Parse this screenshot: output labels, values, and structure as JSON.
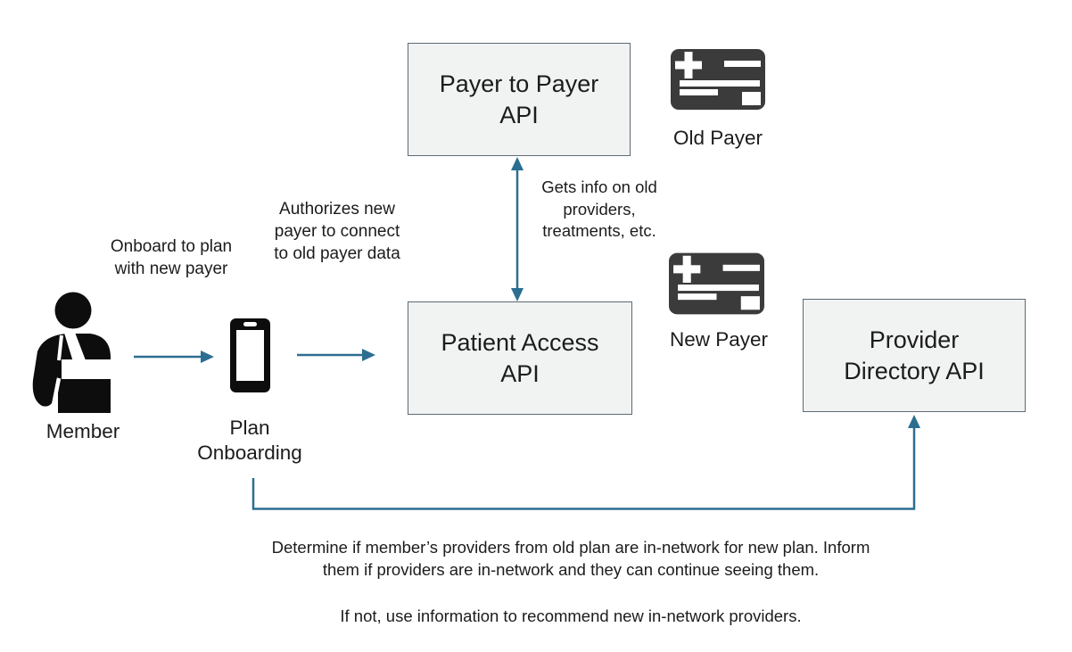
{
  "colors": {
    "arrow": "#2b6e91",
    "box_fill": "#f1f2f2",
    "box_border": "#5d6974",
    "icon_dark": "#3b3b3b",
    "icon_black": "#0d0d0d",
    "text": "#1c1c1c"
  },
  "boxes": {
    "payer_to_payer": {
      "label": "Payer to Payer\nAPI"
    },
    "patient_access": {
      "label": "Patient Access\nAPI"
    },
    "provider_directory": {
      "label": "Provider\nDirectory API"
    }
  },
  "actors": {
    "member": {
      "label": "Member",
      "icon": "person-arm-sling-icon"
    },
    "plan_onboarding": {
      "label": "Plan\nOnboarding",
      "icon": "smartphone-icon"
    },
    "old_payer": {
      "label": "Old Payer",
      "icon": "insurance-card-icon"
    },
    "new_payer": {
      "label": "New Payer",
      "icon": "insurance-card-icon"
    }
  },
  "annotations": {
    "onboard": "Onboard to plan\nwith new payer",
    "authorizes": "Authorizes new\npayer to connect\nto old payer data",
    "gets_info": "Gets info on old\nproviders,\ntreatments, etc.",
    "bottom_paragraph_1": "Determine if member’s providers from old plan are in-network for new plan. Inform\nthem if providers are in-network and they can continue seeing them.",
    "bottom_paragraph_2": "If not, use information to recommend new in-network providers."
  }
}
